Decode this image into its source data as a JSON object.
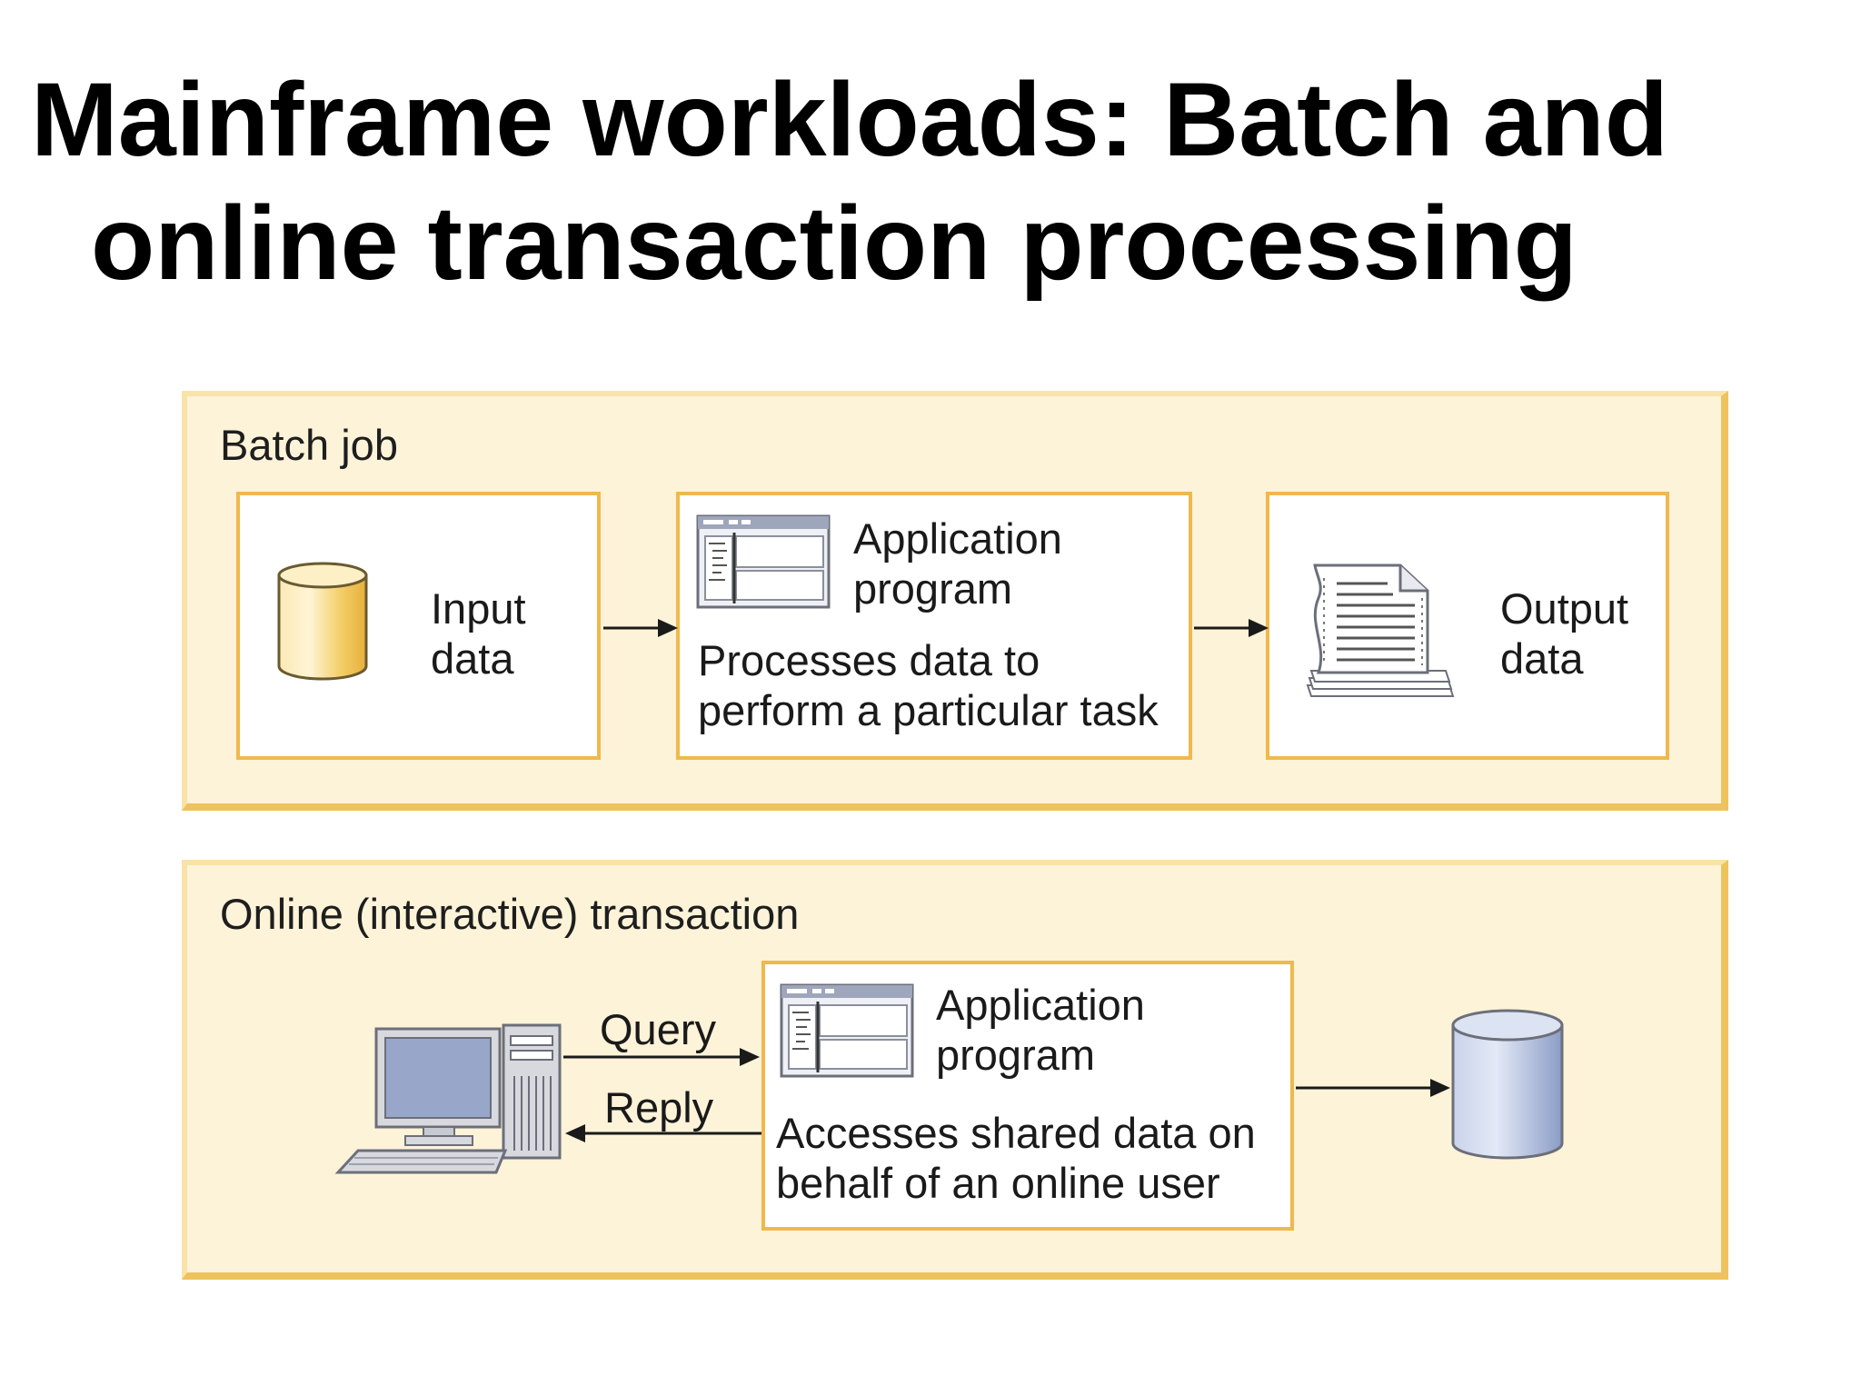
{
  "title": {
    "line1": "Mainframe workloads: Batch and",
    "line2": "online transaction processing"
  },
  "batch": {
    "label": "Batch job",
    "input": {
      "line1": "Input",
      "line2": "data",
      "icon": "database-cylinder-icon"
    },
    "app": {
      "title_line1": "Application",
      "title_line2": "program",
      "desc_line1": "Processes data to",
      "desc_line2": "perform a particular task",
      "icon": "application-window-icon"
    },
    "output": {
      "line1": "Output",
      "line2": "data",
      "icon": "printed-report-icon"
    }
  },
  "online": {
    "label": "Online (interactive) transaction",
    "query_label": "Query",
    "reply_label": "Reply",
    "terminal_icon": "desktop-computer-icon",
    "app": {
      "title_line1": "Application",
      "title_line2": "program",
      "desc_line1": "Accesses shared data on",
      "desc_line2": "behalf of an online user",
      "icon": "application-window-icon"
    },
    "data_icon": "shared-database-icon"
  },
  "colors": {
    "panel_fill": "#fdf3d8",
    "panel_border": "#eec35e",
    "box_border": "#f0b84e",
    "batch_db": "#f2c24e",
    "online_db": "#a9b8d8"
  }
}
